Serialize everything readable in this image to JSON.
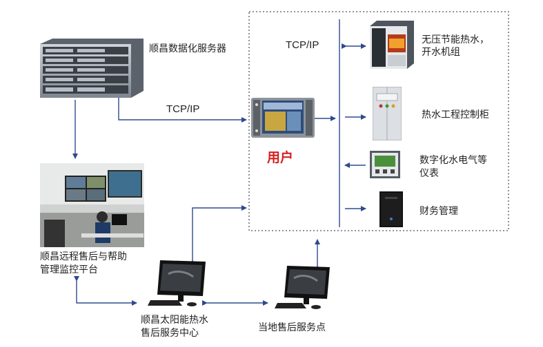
{
  "labels": {
    "server": "顺昌数据化服务器",
    "tcp_mid": "TCP/IP",
    "tcp_top": "TCP/IP",
    "user": "用户",
    "boiler_line1": "无压节能热水，",
    "boiler_line2": "开水机组",
    "cabinet": "热水工程控制柜",
    "meter_line1": "数字化水电气等",
    "meter_line2": "仪表",
    "finance": "财务管理",
    "remote_line1": "顺昌远程售后与帮助",
    "remote_line2": "管理监控平台",
    "center_line1": "顺昌太阳能热水",
    "center_line2": "售后服务中心",
    "local": "当地售后服务点"
  },
  "colors": {
    "arrow": "#2e4a8c",
    "user_text": "#d42020",
    "text": "#222222",
    "dotted": "#555555"
  }
}
